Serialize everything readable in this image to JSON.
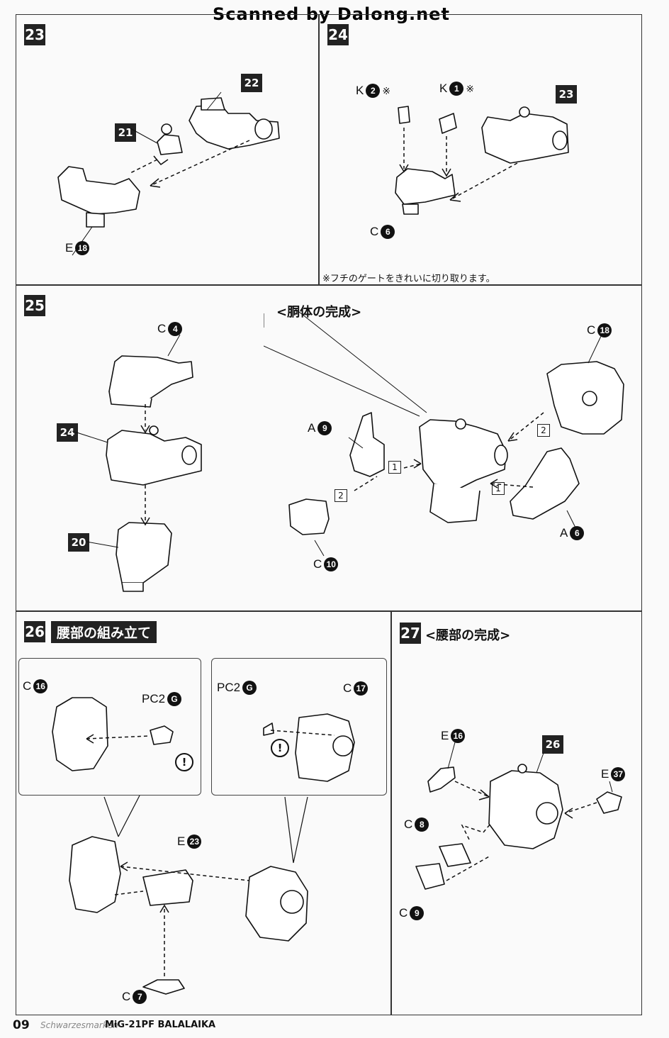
{
  "watermark": "Scanned by Dalong.net",
  "steps": {
    "s23": {
      "num": "23",
      "refs": {
        "a": "21",
        "b": "22"
      },
      "labels": {
        "e": "E",
        "e_n": "18"
      }
    },
    "s24": {
      "num": "24",
      "refs": {
        "a": "23"
      },
      "labels": {
        "k2": "K",
        "k2_n": "2",
        "k2_mark": "※",
        "k1": "K",
        "k1_n": "1",
        "k1_mark": "※",
        "c": "C",
        "c_n": "6"
      },
      "note": "※フチのゲートをきれいに切り取ります。"
    },
    "s25": {
      "num": "25",
      "refs": {
        "a": "24",
        "b": "20"
      },
      "labels": {
        "c": "C",
        "c_n": "4"
      }
    },
    "torso": {
      "title": "<胴体の完成>",
      "labels": {
        "c18": "C",
        "c18_n": "18",
        "a9": "A",
        "a9_n": "9",
        "c10": "C",
        "c10_n": "10",
        "a6": "A",
        "a6_n": "6"
      },
      "order": {
        "one_a": "1",
        "one_b": "1",
        "two_a": "2",
        "two_b": "2"
      }
    },
    "s26": {
      "num": "26",
      "title": "腰部の組み立て",
      "labels": {
        "c16": "C",
        "c16_n": "16",
        "pc2a": "PC2",
        "pc2a_n": "G",
        "pc2b": "PC2",
        "pc2b_n": "G",
        "c17": "C",
        "c17_n": "17",
        "e23": "E",
        "e23_n": "23",
        "c7": "C",
        "c7_n": "7"
      },
      "warn": "!"
    },
    "s27": {
      "num": "27",
      "title": "<腰部の完成>",
      "refs": {
        "a": "26"
      },
      "labels": {
        "e16": "E",
        "e16_n": "16",
        "e37": "E",
        "e37_n": "37",
        "c8": "C",
        "c8_n": "8",
        "c9": "C",
        "c9_n": "9"
      }
    }
  },
  "footer": {
    "page": "09",
    "brand": "Schwarzesmarken",
    "model": "MiG-21PF BALALAIKA"
  }
}
